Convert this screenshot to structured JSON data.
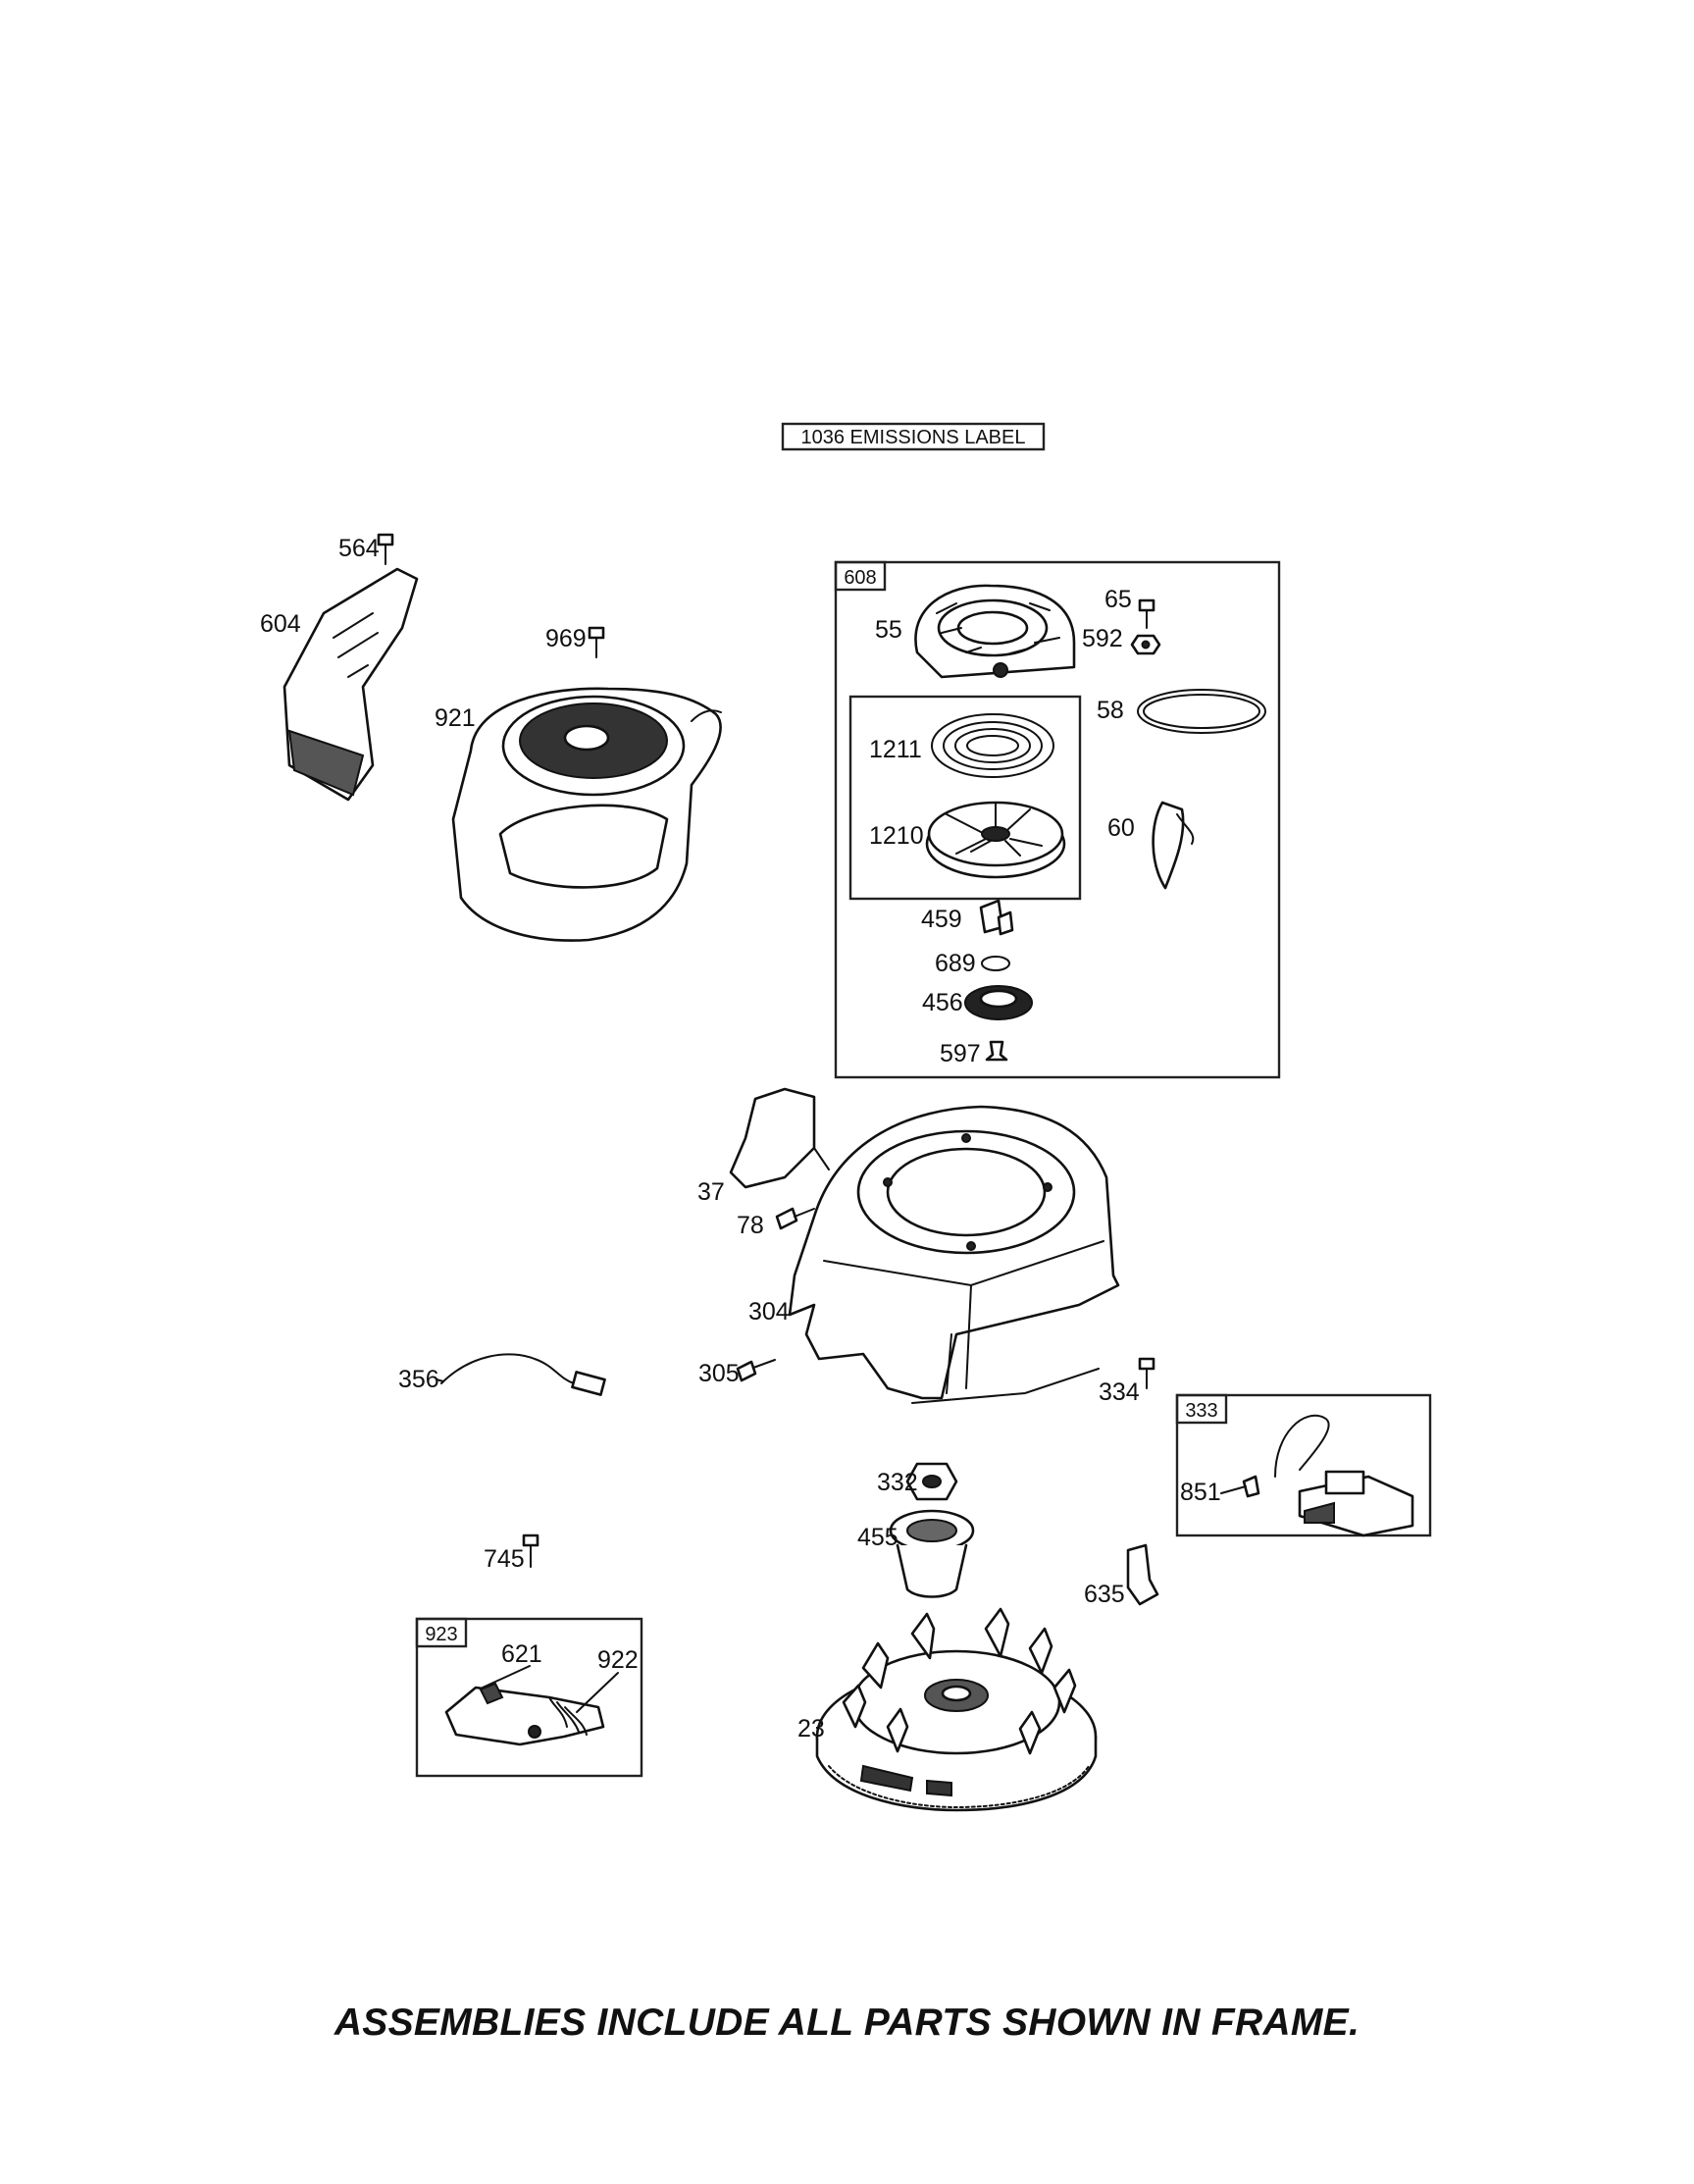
{
  "emissions_label": "1036 EMISSIONS LABEL",
  "footer_note": "ASSEMBLIES INCLUDE ALL PARTS SHOWN IN FRAME.",
  "frames": {
    "f608": "608",
    "f333": "333",
    "f923": "923"
  },
  "parts": {
    "p564": "564",
    "p604": "604",
    "p969": "969",
    "p921": "921",
    "p65": "65",
    "p55": "55",
    "p592": "592",
    "p58": "58",
    "p1211": "1211",
    "p1210": "1210",
    "p60": "60",
    "p459": "459",
    "p689": "689",
    "p456": "456",
    "p597": "597",
    "p37": "37",
    "p78": "78",
    "p304": "304",
    "p356": "356",
    "p305": "305",
    "p334": "334",
    "p851": "851",
    "p332": "332",
    "p455": "455",
    "p745": "745",
    "p635": "635",
    "p621": "621",
    "p922": "922",
    "p23": "23"
  }
}
